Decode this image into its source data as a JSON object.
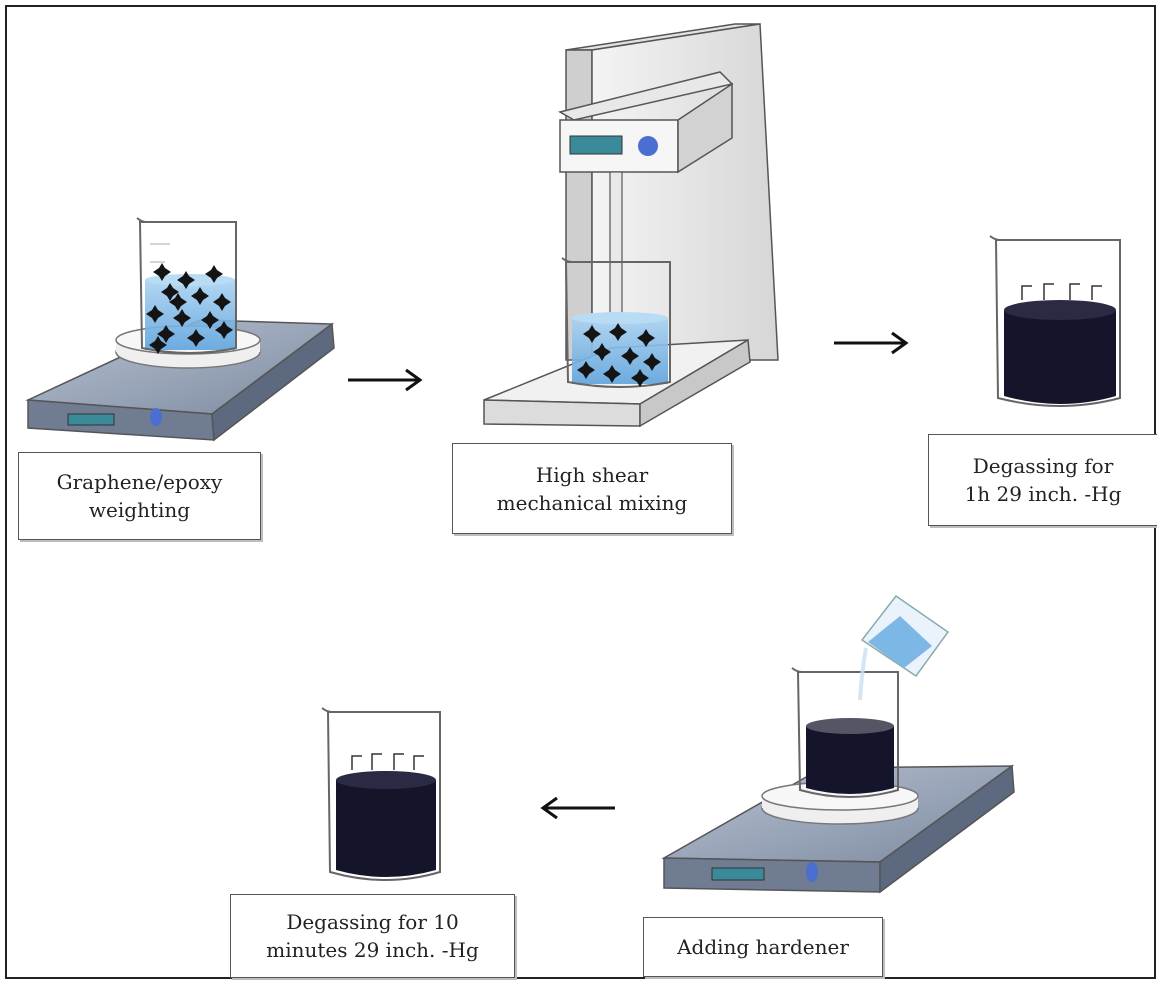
{
  "steps": [
    {
      "id": "step1",
      "line1": "Graphene/epoxy",
      "line2": "weighting"
    },
    {
      "id": "step2",
      "line1": "High shear",
      "line2": "mechanical mixing"
    },
    {
      "id": "step3",
      "line1": "Degassing for",
      "line2": "1h 29 inch. -Hg"
    },
    {
      "id": "step4",
      "line1": "Adding hardener",
      "line2": ""
    },
    {
      "id": "step5",
      "line1": "Degassing for 10",
      "line2": "minutes 29 inch. -Hg"
    }
  ],
  "colors": {
    "liquid_blue": "#7db7e6",
    "resin_dark": "#14142a",
    "plate_gray": "#8e9bb0",
    "display_teal": "#3a8a9a",
    "knob_blue": "#4a6fd1",
    "arrow": "#111111"
  },
  "icons": [
    "beaker-icon",
    "hot-plate-icon",
    "shear-mixer-icon",
    "arrow-right-icon",
    "arrow-left-icon",
    "pouring-cup-icon",
    "graphene-flake-icon"
  ]
}
